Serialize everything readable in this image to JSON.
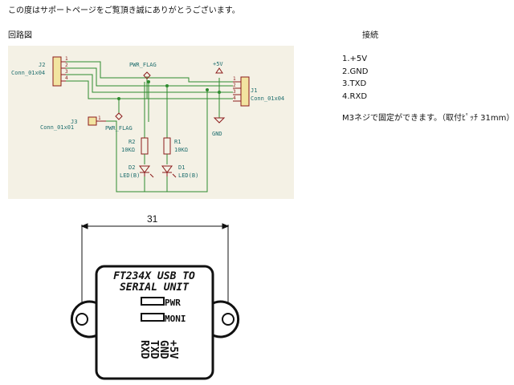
{
  "intro": "この度はサポートページをご覧頂き誠にありがとうございます。",
  "schematic_heading": "回路図",
  "connection_heading": "接続",
  "connections": [
    "1.+5V",
    "2.GND",
    "3.TXD",
    "4.RXD"
  ],
  "mount_note": "M3ネジで固定ができます。（取付ﾋﾟｯﾁ 31mm）",
  "schematic": {
    "j2_ref": "J2",
    "j2_value": "Conn_01x04",
    "j1_ref": "J1",
    "j1_value": "Conn_01x04",
    "j3_ref": "J3",
    "j3_value": "Conn_01x01",
    "pin_1": "1",
    "pin_2": "2",
    "pin_3": "3",
    "pin_4": "4",
    "pwr_flag_top": "PWR_FLAG",
    "pwr_flag_bottom": "PWR_FLAG",
    "plus5v": "+5V",
    "gnd": "GND",
    "r2_ref": "R2",
    "r2_value": "10KΩ",
    "r1_ref": "R1",
    "r1_value": "10KΩ",
    "d2_ref": "D2",
    "d2_value": "LED(B)",
    "d1_ref": "D1",
    "d1_value": "LED(B)"
  },
  "drawing": {
    "dimension": "31",
    "title_line1": "FT234X USB TO",
    "title_line2": "SERIAL UNIT",
    "pwr_label": "PWR",
    "moni_label": "MONI",
    "pin_labels": [
      "+5V",
      "GND",
      "TXD",
      "RXD"
    ]
  },
  "colors": {
    "schematic_bg": "#f4f1e5",
    "wire": "#2e8b2e",
    "component": "#8b1a1a",
    "label_text": "#1f6e6e"
  }
}
